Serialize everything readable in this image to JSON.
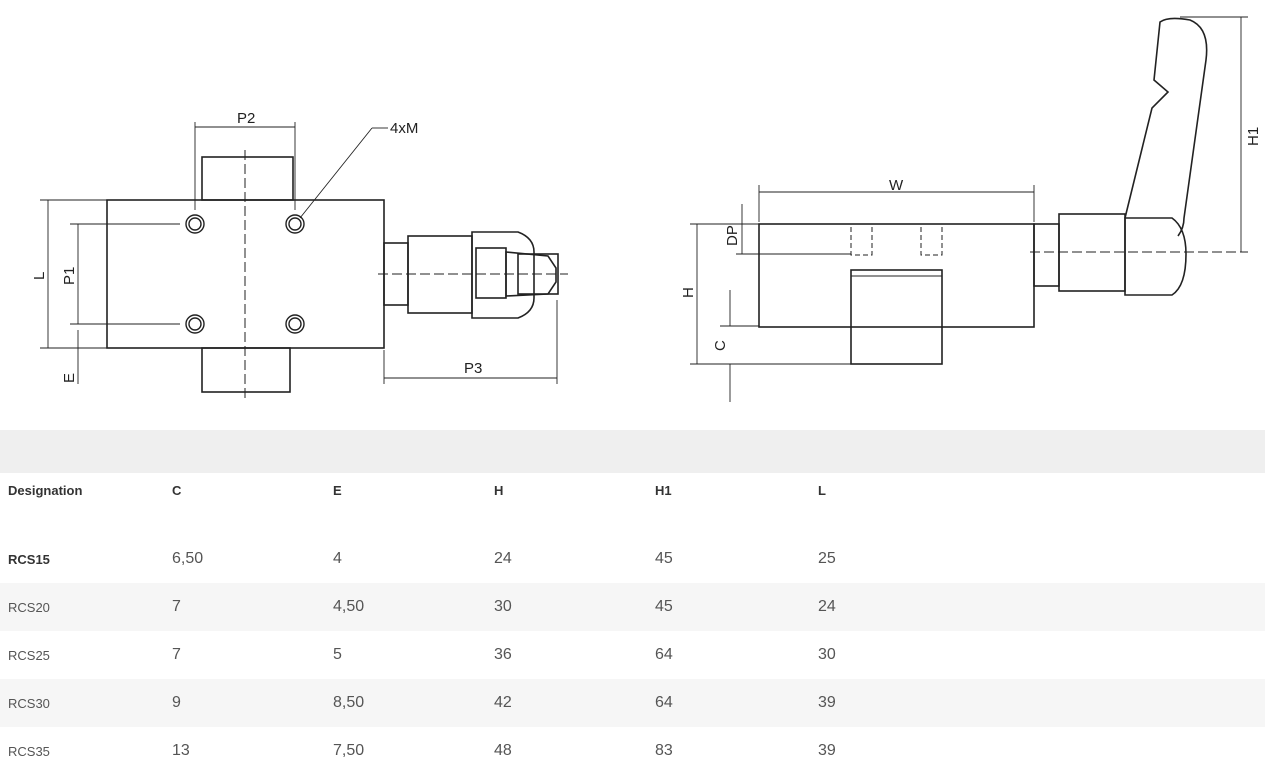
{
  "drawing": {
    "labels": {
      "P2": "P2",
      "M": "4xM",
      "L": "L",
      "P1": "P1",
      "E": "E",
      "P3": "P3",
      "W": "W",
      "DP": "DP",
      "H": "H",
      "C": "C",
      "H1": "H1"
    }
  },
  "table": {
    "headers": [
      "Designation",
      "C",
      "E",
      "H",
      "H1",
      "L"
    ],
    "rows": [
      [
        "RCS15",
        "6,50",
        "4",
        "24",
        "45",
        "25"
      ],
      [
        "RCS20",
        "7",
        "4,50",
        "30",
        "45",
        "24"
      ],
      [
        "RCS25",
        "7",
        "5",
        "36",
        "64",
        "30"
      ],
      [
        "RCS30",
        "9",
        "8,50",
        "42",
        "64",
        "39"
      ],
      [
        "RCS35",
        "13",
        "7,50",
        "48",
        "83",
        "39"
      ]
    ]
  }
}
